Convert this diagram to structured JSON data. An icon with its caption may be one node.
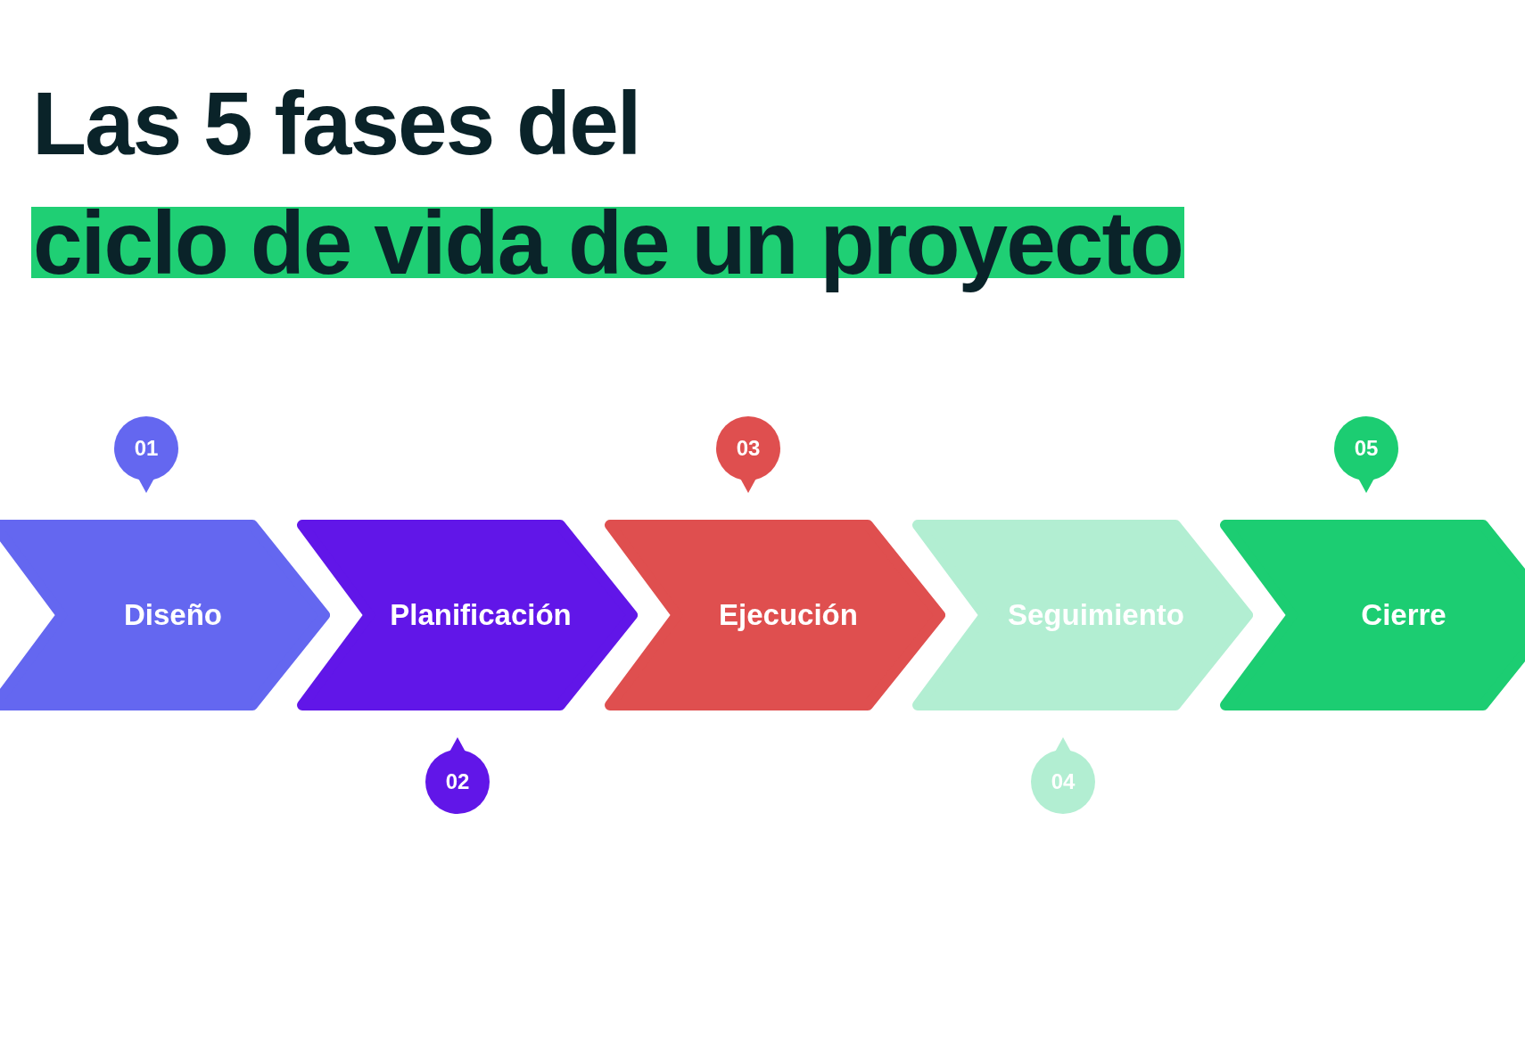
{
  "diagram": {
    "title": "Las 5 fases del",
    "nodes": [
      {
        "text": [
          "ciclo de vida de un proyecto"
        ]
      },
      {
        "text": [
          "Diseño"
        ]
      },
      {
        "text": [
          "Planificación"
        ]
      },
      {
        "text": [
          "Ejecución"
        ]
      },
      {
        "text": [
          "Seguimiento"
        ]
      },
      {
        "text": [
          "Cierre"
        ]
      },
      {
        "text": [
          "01"
        ]
      },
      {
        "text": [
          "02"
        ]
      },
      {
        "text": [
          "03"
        ]
      },
      {
        "text": [
          "04"
        ]
      },
      {
        "text": [
          "05"
        ]
      }
    ],
    "edges": []
  }
}
